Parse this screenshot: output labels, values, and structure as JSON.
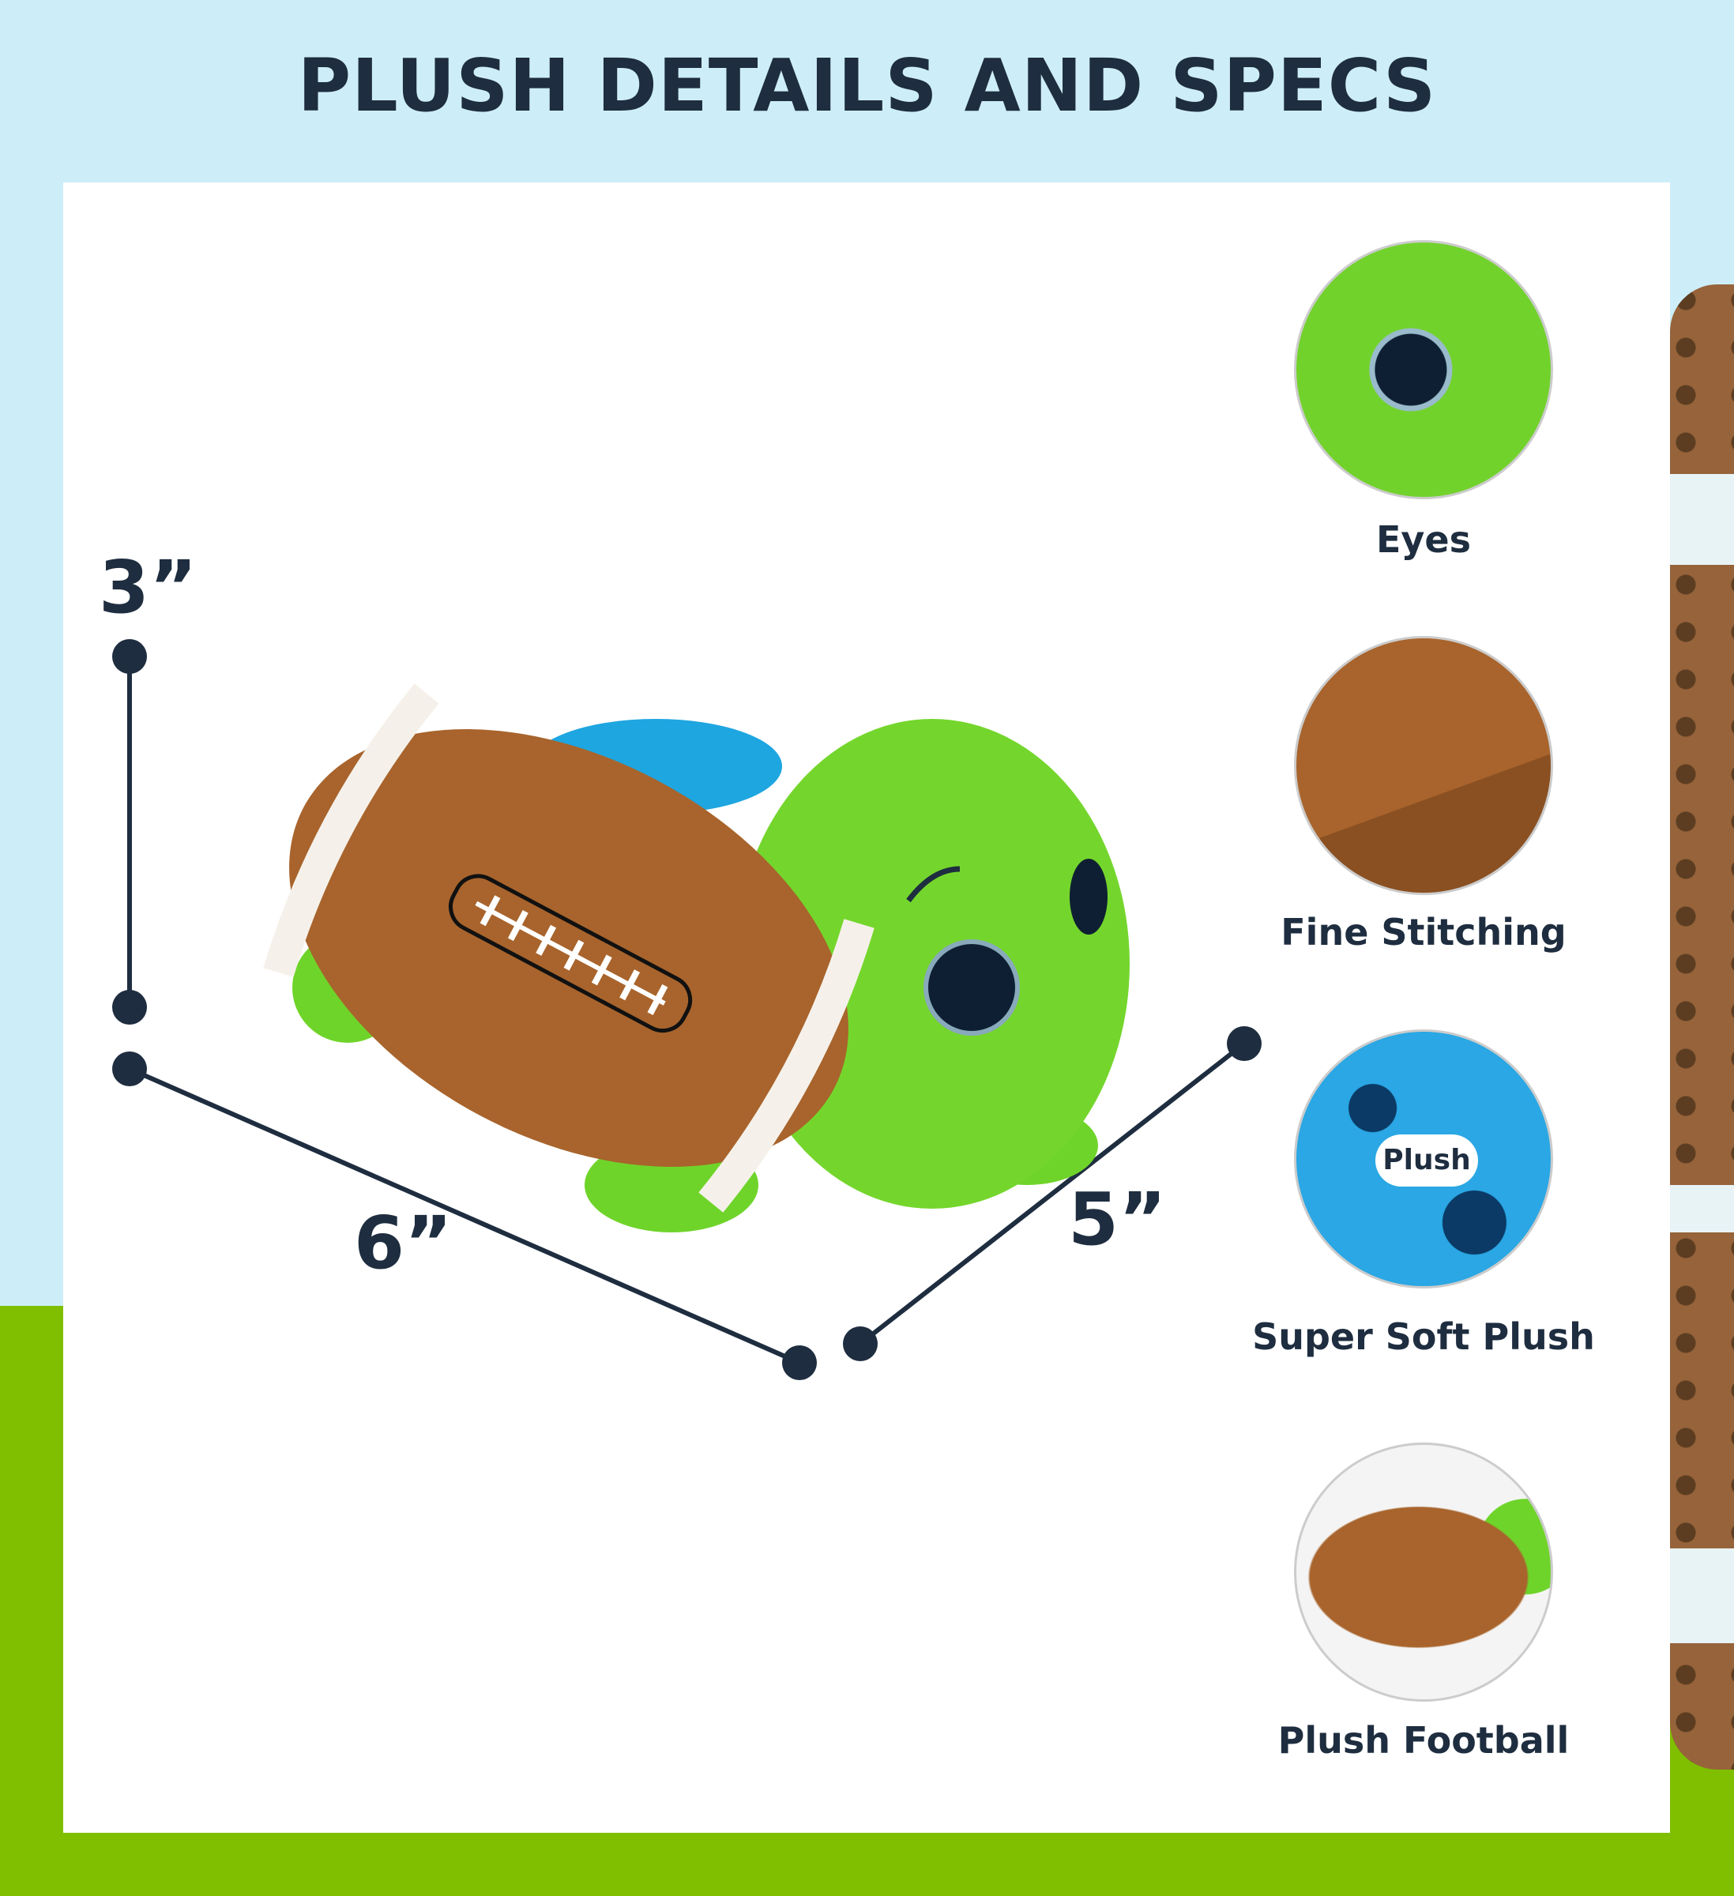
{
  "title": "PLUSH DETAILS AND SPECS",
  "dimensions": {
    "height": "3”",
    "length": "6”",
    "width": "5”"
  },
  "features": [
    {
      "label": "Eyes",
      "icon": "eye-closeup"
    },
    {
      "label": "Fine Stitching",
      "icon": "stitching-closeup"
    },
    {
      "label": "Super Soft Plush",
      "icon": "plush-closeup",
      "badge": "Plush"
    },
    {
      "label": "Plush Football",
      "icon": "football-closeup"
    }
  ],
  "colors": {
    "sky": "#cdeef8",
    "grass": "#7fbf00",
    "text": "#1e2d3f",
    "football": "#a8642c",
    "turtle": "#6fd42a",
    "shell": "#1ea6e0"
  }
}
